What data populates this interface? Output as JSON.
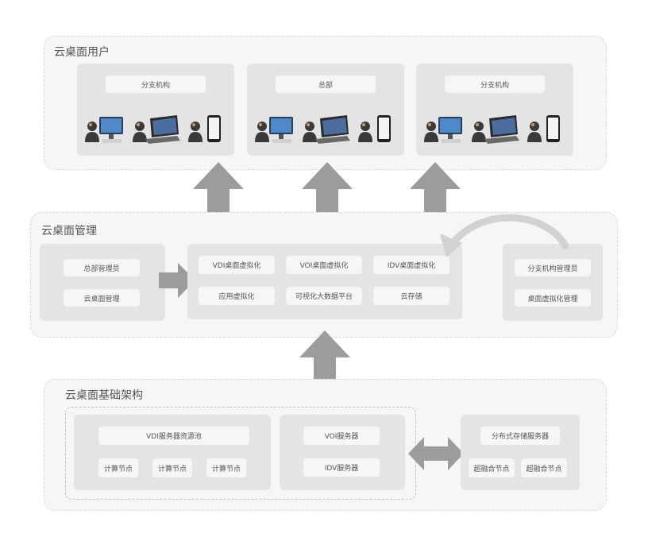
{
  "users_section": {
    "title": "云桌面用户",
    "groups": [
      {
        "label": "分支机构"
      },
      {
        "label": "总部"
      },
      {
        "label": "分支机构"
      }
    ],
    "device_icons": [
      "user-desktop-icon",
      "user-laptop-icon",
      "user-phone-icon"
    ]
  },
  "management_section": {
    "title": "云桌面管理",
    "left_panel": [
      "总部管理员",
      "云桌面管理"
    ],
    "center_panel": [
      "VDI桌面虚拟化",
      "VOI桌面虚拟化",
      "IDV桌面虚拟化",
      "应用虚拟化",
      "可视化大数据平台",
      "云存储"
    ],
    "right_panel": [
      "分支机构管理员",
      "桌面虚拟化管理"
    ]
  },
  "infra_section": {
    "title": "云桌面基础架构",
    "vdi_pool": {
      "title": "VDI服务器资源池",
      "nodes": [
        "计算节点",
        "计算节点",
        "计算节点"
      ]
    },
    "servers": [
      "VOI服务器",
      "IDV服务器"
    ],
    "storage": {
      "title": "分布式存储服务器",
      "nodes": [
        "超融合节点",
        "超融合节点"
      ]
    }
  },
  "colors": {
    "section_bg": "#f6f6f6",
    "panel_bg": "#e4e4e4",
    "pill_bg": "#f6f6f6",
    "arrow": "#999999",
    "border": "#d9d9d9"
  }
}
